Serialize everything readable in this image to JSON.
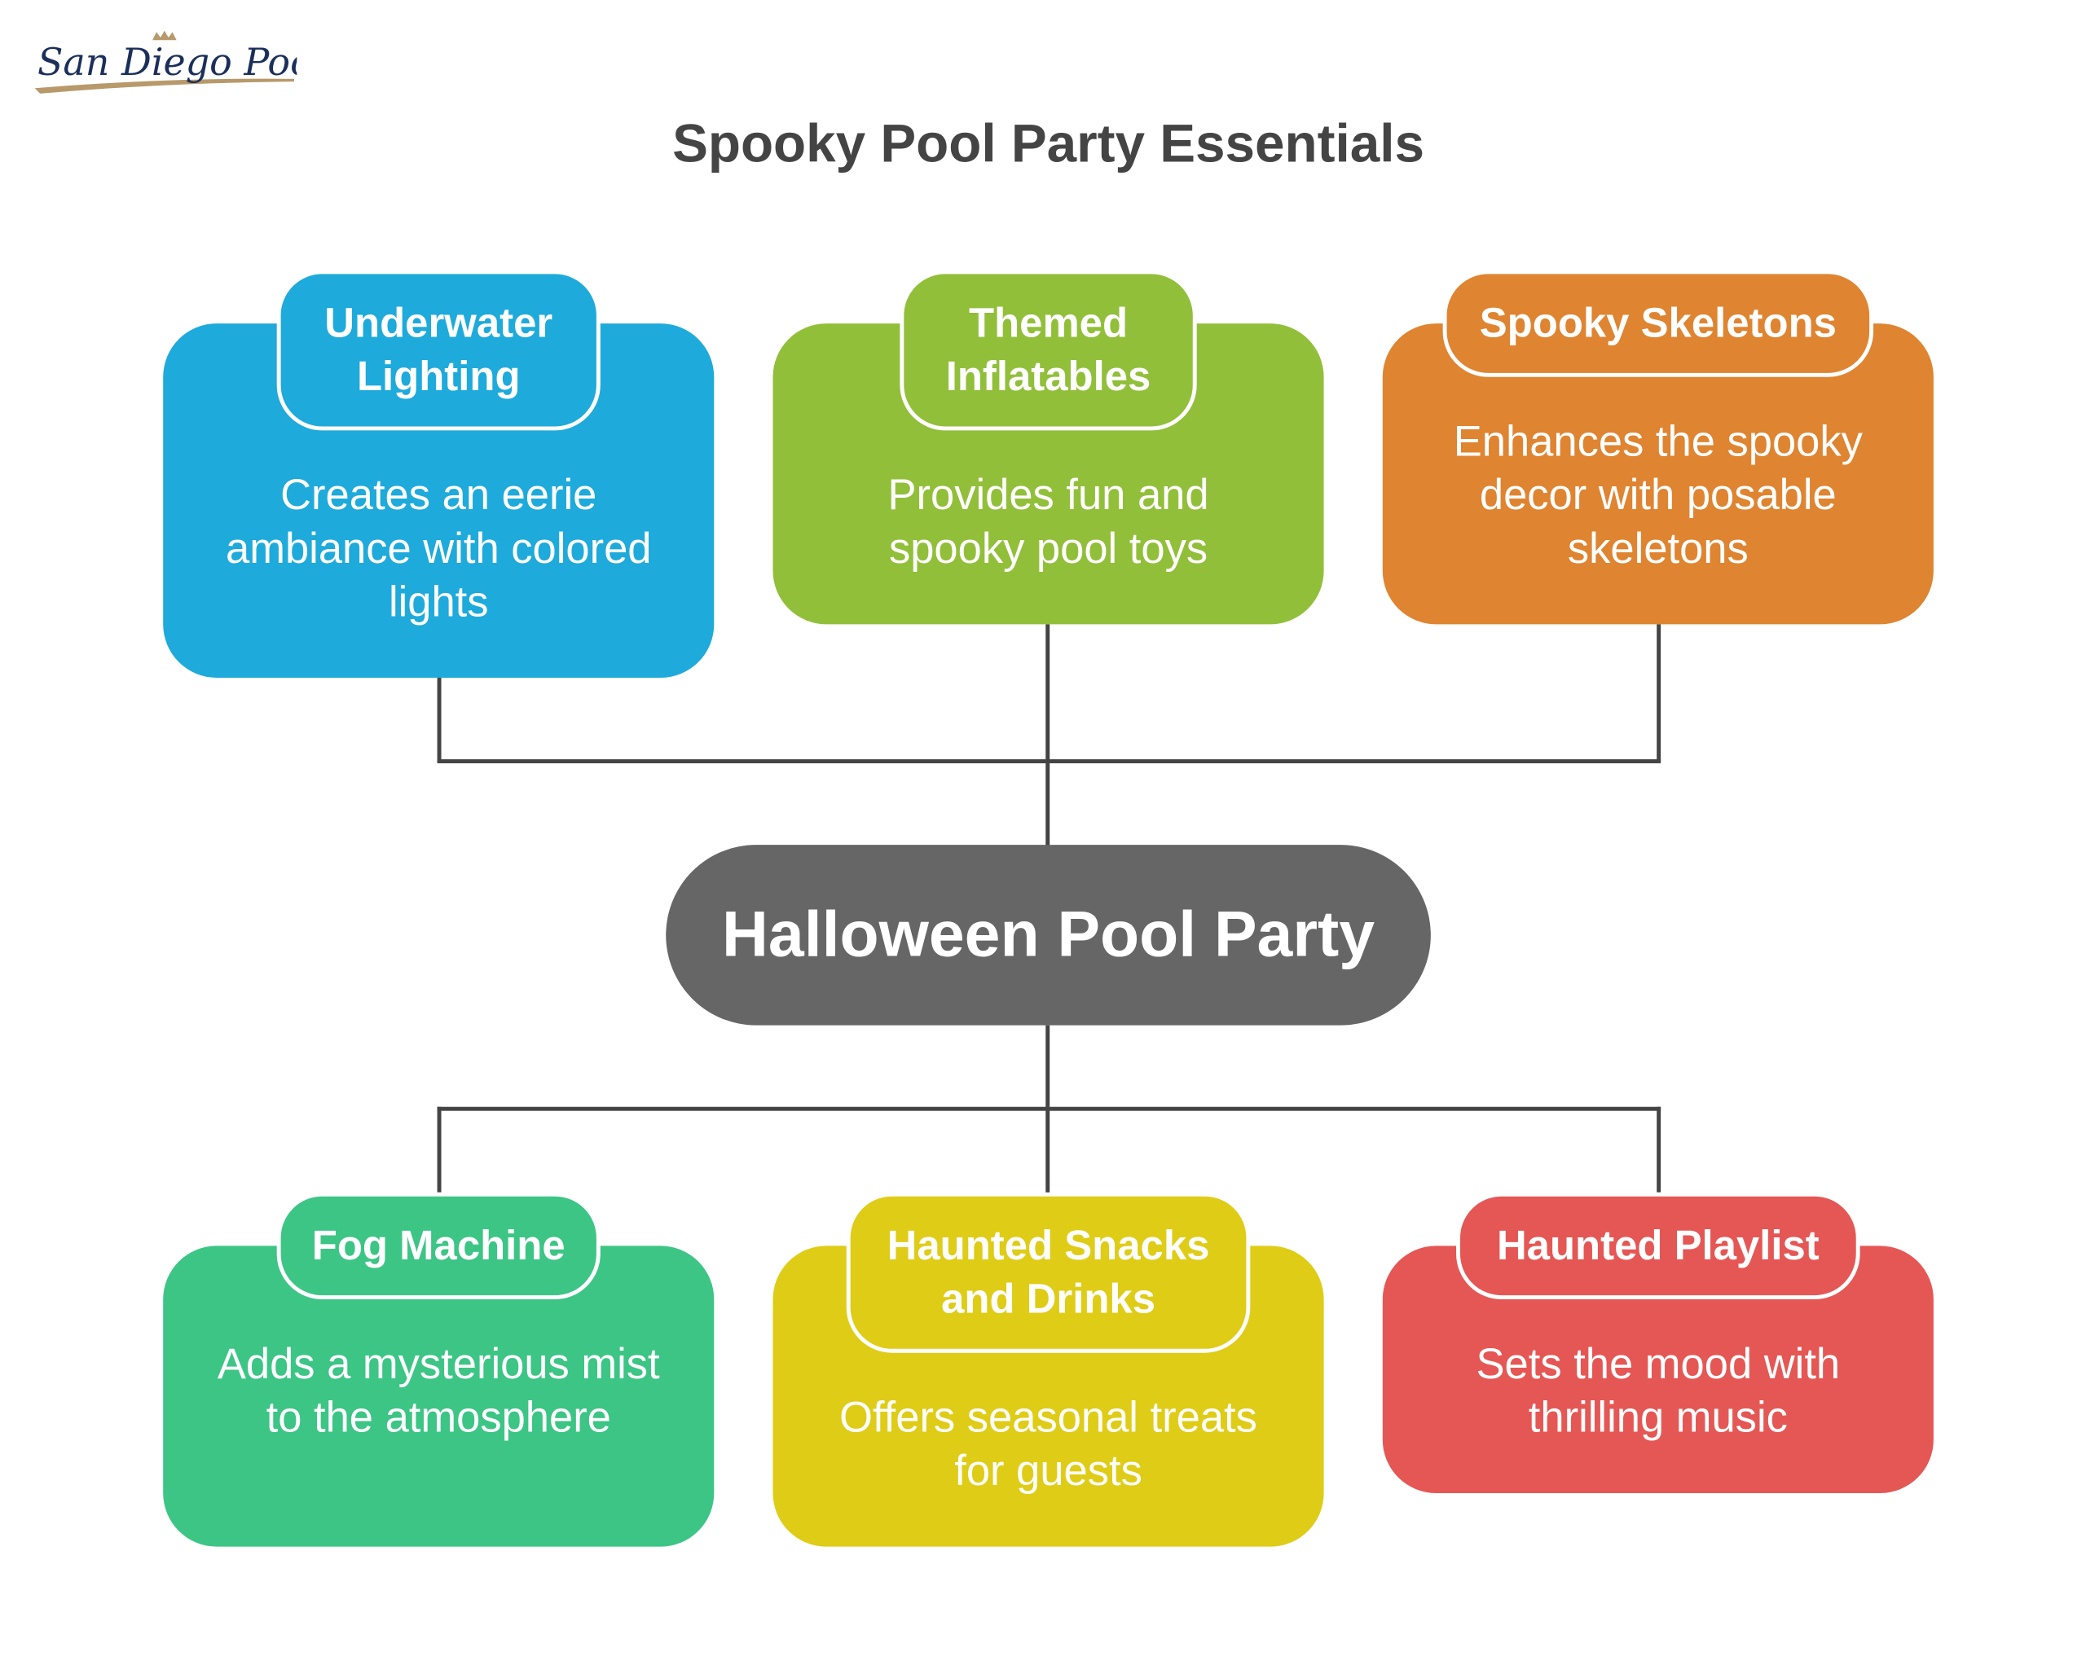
{
  "logo": {
    "text": "San Diego Pools",
    "colors": {
      "text": "#1b2f5a",
      "accent": "#b8996a"
    }
  },
  "title": "Spooky Pool Party Essentials",
  "center": {
    "label": "Halloween Pool Party",
    "color": "#666666"
  },
  "top_items": [
    {
      "title": "Underwater Lighting",
      "desc": "Creates an eerie ambiance with colored lights",
      "color": "#1eaadb"
    },
    {
      "title": "Themed Inflatables",
      "desc": "Provides fun and spooky pool toys",
      "color": "#92bf3a"
    },
    {
      "title": "Spooky Skeletons",
      "desc": "Enhances the spooky decor with posable skeletons",
      "color": "#df8430"
    }
  ],
  "bottom_items": [
    {
      "title": "Fog Machine",
      "desc": "Adds a mysterious mist to the atmosphere",
      "color": "#3cc585"
    },
    {
      "title": "Haunted Snacks and Drinks",
      "desc": "Offers seasonal treats for guests",
      "color": "#dfcc16"
    },
    {
      "title": "Haunted Playlist",
      "desc": "Sets the mood with thrilling music",
      "color": "#e55754"
    }
  ]
}
